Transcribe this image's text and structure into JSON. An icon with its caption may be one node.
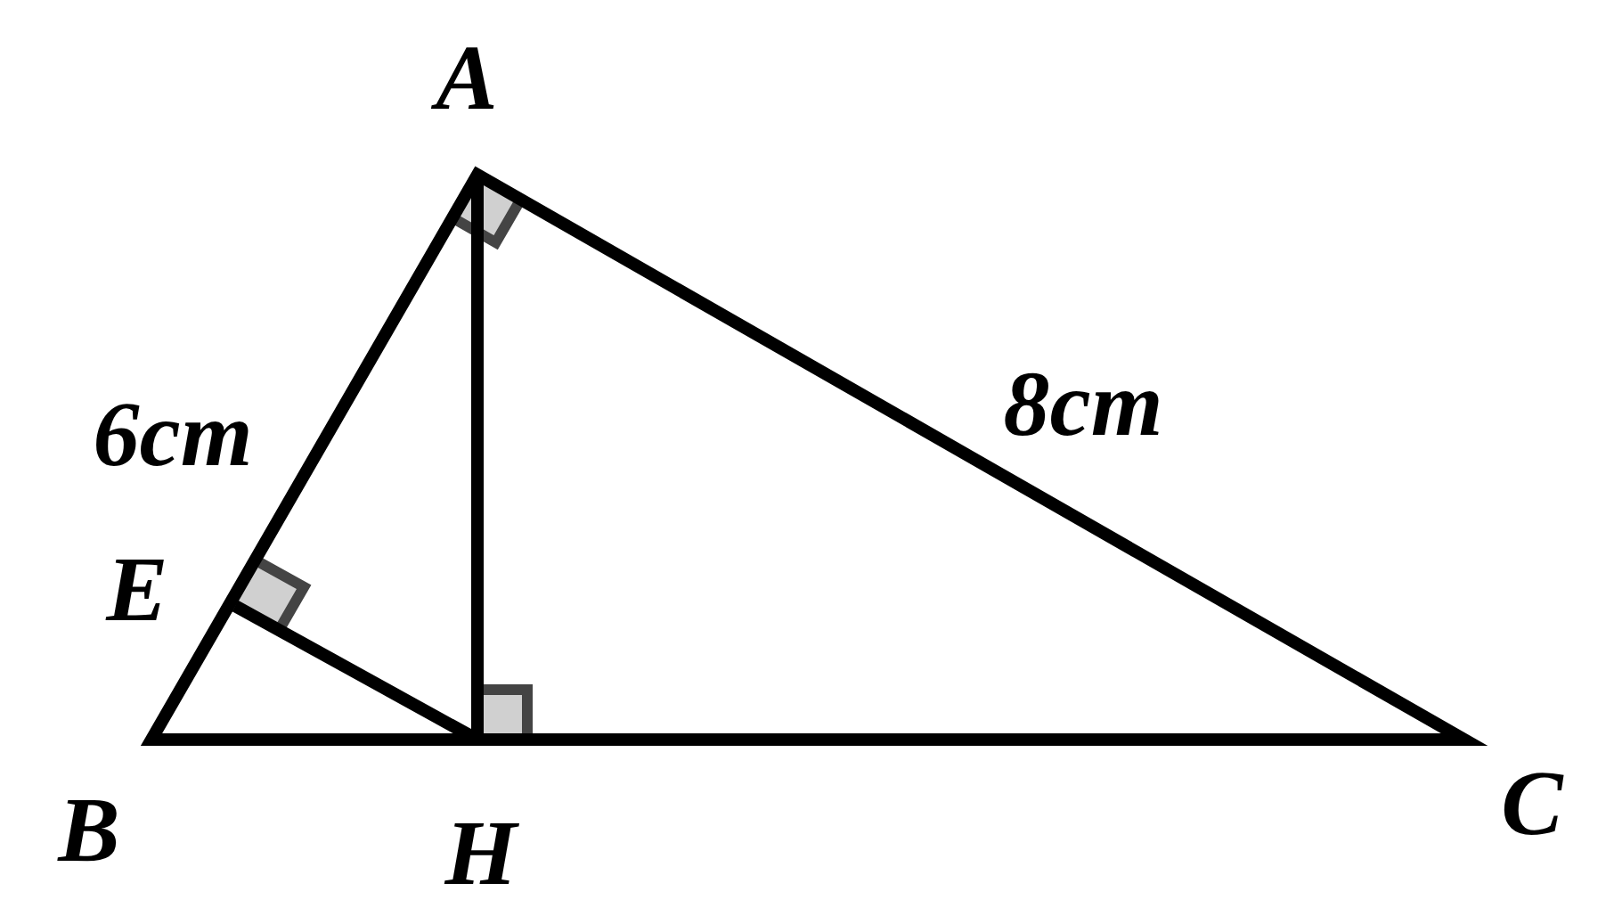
{
  "diagram": {
    "labels": [
      "A",
      "8cm",
      "6cm",
      "E",
      "C",
      "B",
      "H"
    ]
  }
}
